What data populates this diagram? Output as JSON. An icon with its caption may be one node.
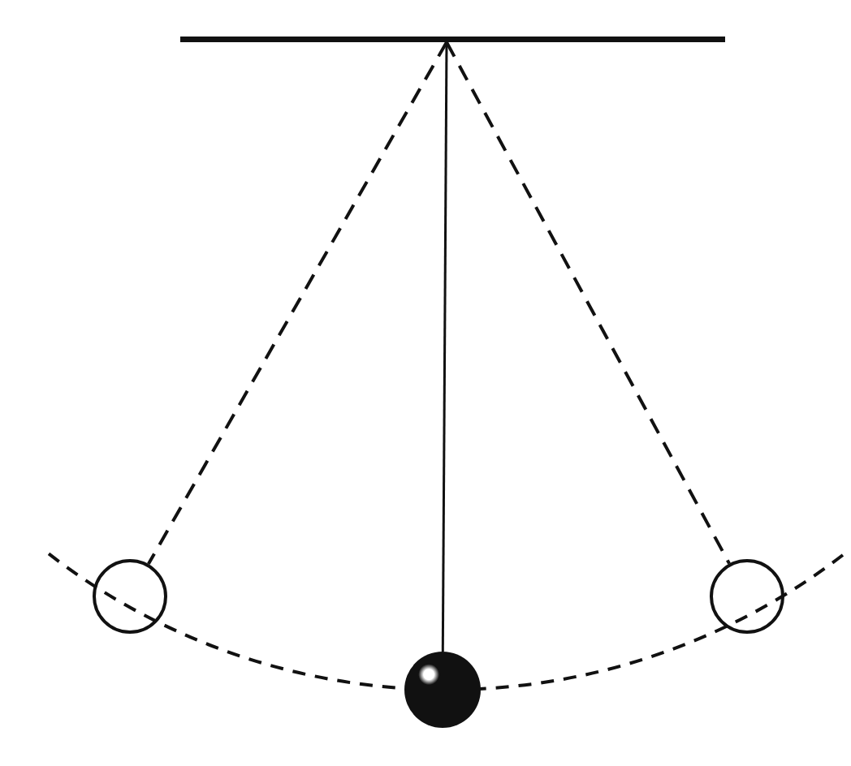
{
  "diagram": {
    "nodes": [
      {
        "text": [],
        "shape": "bar"
      },
      {
        "text": [],
        "shape": "circle"
      },
      {
        "text": [],
        "shape": "circle"
      },
      {
        "text": [],
        "shape": "circle"
      }
    ],
    "edges": [
      {
        "from": 0,
        "to": 1,
        "arrow": "none",
        "style": "dashed"
      },
      {
        "from": 0,
        "to": 2,
        "arrow": "none"
      },
      {
        "from": 0,
        "to": 3,
        "arrow": "none",
        "style": "dashed"
      }
    ]
  }
}
